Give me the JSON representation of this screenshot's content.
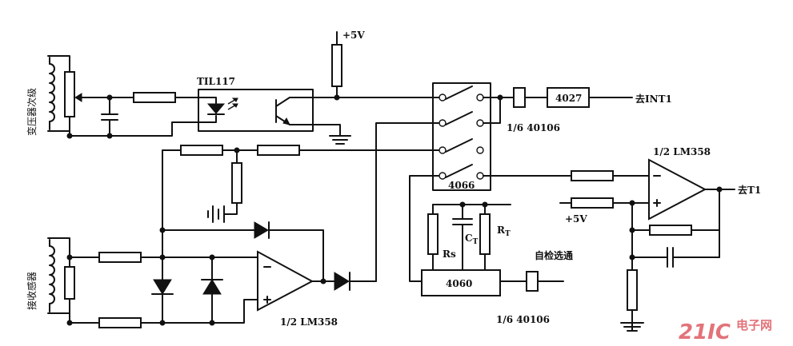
{
  "labels": {
    "vcc_top": "+5V",
    "vcc_mid": "+5V",
    "optocoupler": "TIL117",
    "ic_4027": "4027",
    "ic_4066": "4066",
    "ic_4060": "4060",
    "inv_top": "1/6 40106",
    "inv_bottom": "1/6 40106",
    "opamp_top": "1/2  LM358",
    "opamp_bottom": "1/2 LM358",
    "out_int1": "去INT1",
    "out_t1": "去T1",
    "rs": "Rs",
    "ct": "C",
    "ct_sub": "T",
    "rt": "R",
    "rt_sub": "T",
    "self_test": "自检选通",
    "transformer_label": "变压器次级",
    "sensor_label": "接收感器",
    "watermark_main": "21IC",
    "watermark_sub": "电子网"
  }
}
